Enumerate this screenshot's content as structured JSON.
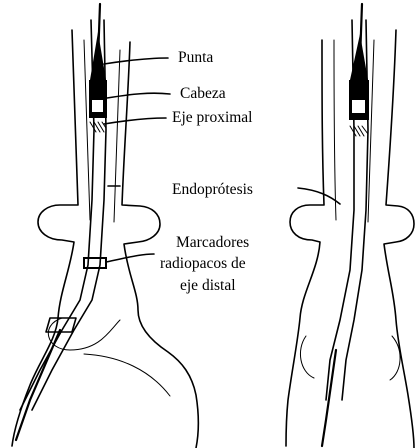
{
  "labels": {
    "tip": "Punta",
    "head": "Cabeza",
    "proximal_shaft": "Eje proximal",
    "stent": "Endoprótesis",
    "markers_line1": "Marcadores",
    "markers_line2": "radiopacos de",
    "markers_line3": "eje distal"
  },
  "colors": {
    "ink": "#000000",
    "background": "#ffffff"
  }
}
